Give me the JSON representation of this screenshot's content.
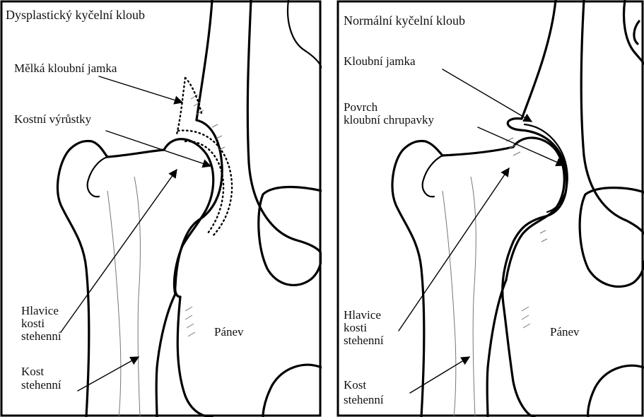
{
  "left_panel": {
    "title": "Dysplastický kyčelní kloub",
    "labels": {
      "shallow_socket": "Mělká kloubní jamka",
      "bone_spurs": "Kostní výrůstky",
      "femoral_head_1": "Hlavice",
      "femoral_head_2": "kosti",
      "femoral_head_3": "stehenní",
      "pelvis": "Pánev",
      "femur_1": "Kost",
      "femur_2": "stehenní"
    }
  },
  "right_panel": {
    "title": "Normální kyčelní kloub",
    "labels": {
      "socket": "Kloubní jamka",
      "cartilage_1": "Povrch",
      "cartilage_2": "kloubní chrupavky",
      "femoral_head_1": "Hlavice",
      "femoral_head_2": "kosti",
      "femoral_head_3": "stehenní",
      "pelvis": "Pánev",
      "femur_1": "Kost",
      "femur_2": "stehenní"
    }
  }
}
